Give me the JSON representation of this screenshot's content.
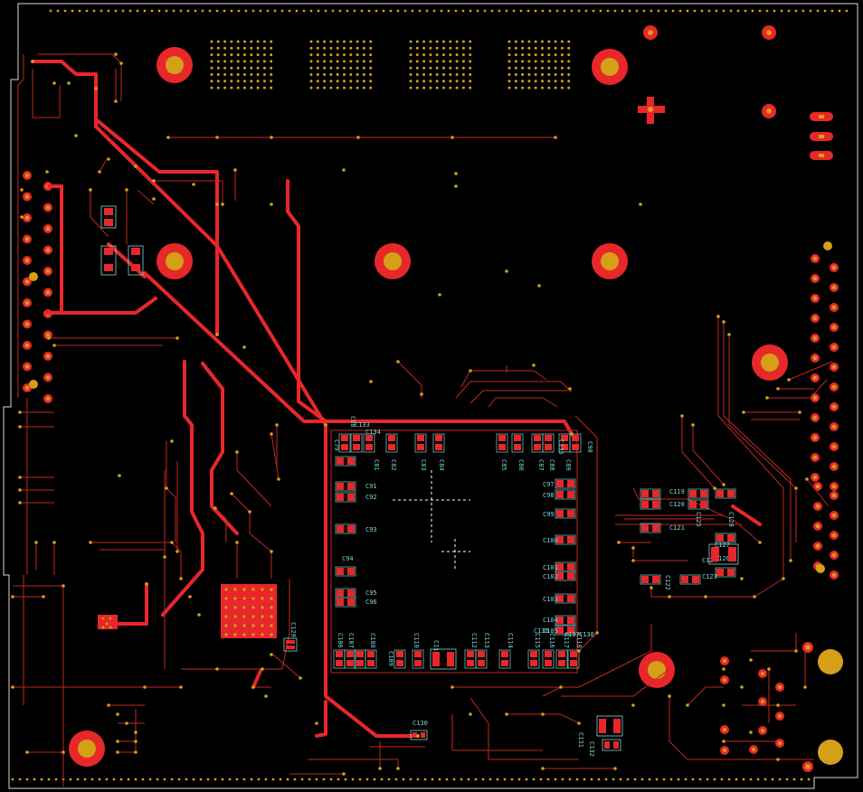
{
  "board": {
    "background": "#000000",
    "colors": {
      "outline": "#d9d9d9",
      "copper": "#e8272b",
      "trace": "#c1281f",
      "via": "#d4a017",
      "silk": "#7fd6d6",
      "crosshair": "#ffffff"
    },
    "labels": [
      {
        "text": "C79"
      },
      {
        "text": "C80"
      },
      {
        "text": "C81"
      },
      {
        "text": "C82"
      },
      {
        "text": "C83"
      },
      {
        "text": "C84"
      },
      {
        "text": "C85"
      },
      {
        "text": "C86"
      },
      {
        "text": "C87"
      },
      {
        "text": "C88"
      },
      {
        "text": "C89"
      },
      {
        "text": "C90"
      },
      {
        "text": "C91"
      },
      {
        "text": "C92"
      },
      {
        "text": "C93"
      },
      {
        "text": "C94"
      },
      {
        "text": "C95"
      },
      {
        "text": "C96"
      },
      {
        "text": "C97"
      },
      {
        "text": "C98"
      },
      {
        "text": "C99"
      },
      {
        "text": "C100"
      },
      {
        "text": "C101"
      },
      {
        "text": "C102"
      },
      {
        "text": "C103"
      },
      {
        "text": "C104"
      },
      {
        "text": "C105"
      },
      {
        "text": "C106"
      },
      {
        "text": "C107"
      },
      {
        "text": "C108"
      },
      {
        "text": "C109"
      },
      {
        "text": "C110"
      },
      {
        "text": "C111"
      },
      {
        "text": "C112"
      },
      {
        "text": "C113"
      },
      {
        "text": "C114"
      },
      {
        "text": "C115"
      },
      {
        "text": "C116"
      },
      {
        "text": "C117"
      },
      {
        "text": "C118"
      },
      {
        "text": "C119"
      },
      {
        "text": "C120"
      },
      {
        "text": "C121"
      },
      {
        "text": "C122"
      },
      {
        "text": "C123"
      },
      {
        "text": "C124"
      },
      {
        "text": "C125"
      },
      {
        "text": "C126"
      },
      {
        "text": "C127"
      },
      {
        "text": "C128"
      },
      {
        "text": "C129"
      },
      {
        "text": "C130"
      },
      {
        "text": "C131"
      },
      {
        "text": "C132"
      },
      {
        "text": "C133"
      },
      {
        "text": "C134"
      },
      {
        "text": "C135"
      },
      {
        "text": "C136"
      },
      {
        "text": "C137"
      },
      {
        "text": "C138"
      }
    ]
  }
}
